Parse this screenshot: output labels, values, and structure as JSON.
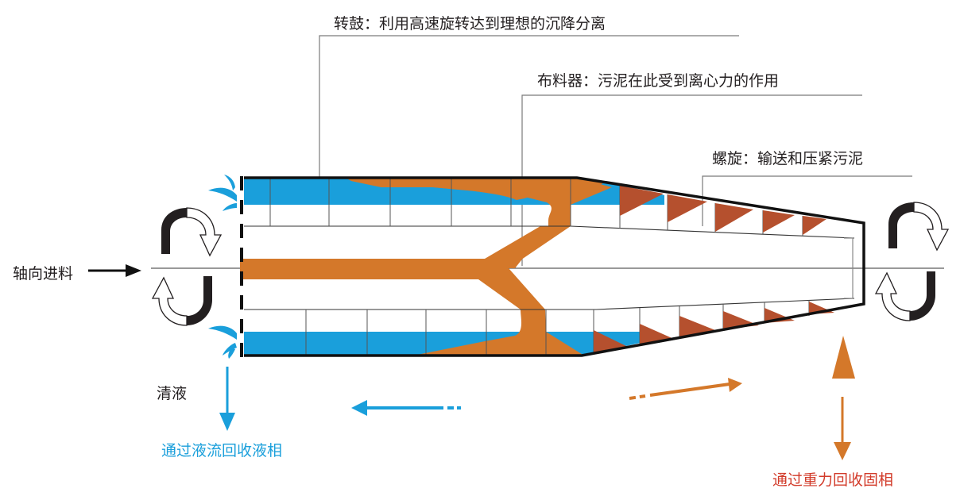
{
  "title": "卧螺离心机工作原理示意图",
  "colors": {
    "liquid": "#1a9fdb",
    "sludge": "#d4782a",
    "screw_blade": "#b5502e",
    "outline": "#111111",
    "leader": "#777777",
    "label_text": "#231f20",
    "liquid_label": "#1a9fdb",
    "solid_label": "#d23b2a"
  },
  "callouts": {
    "bowl": "转鼓：利用高速旋转达到理想的沉降分离",
    "distributor": "布料器：污泥在此受到离心力的作用",
    "screw": "螺旋：输送和压紧污泥"
  },
  "labels": {
    "axial_feed": "轴向进料",
    "clear_liquid": "清液",
    "liquid_recovery": "通过液流回收液相",
    "solid_recovery": "通过重力回收固相"
  },
  "icons": {
    "rotation_left": "rotation-arrows-icon",
    "rotation_right": "rotation-arrows-icon",
    "splash": "liquid-splash-icon",
    "feed_arrow": "arrow-right-icon",
    "liquid_flow": "arrow-left-icon",
    "solid_flow": "arrow-right-icon",
    "liquid_out": "arrow-down-icon",
    "solid_out": "arrow-up-down-icon"
  }
}
